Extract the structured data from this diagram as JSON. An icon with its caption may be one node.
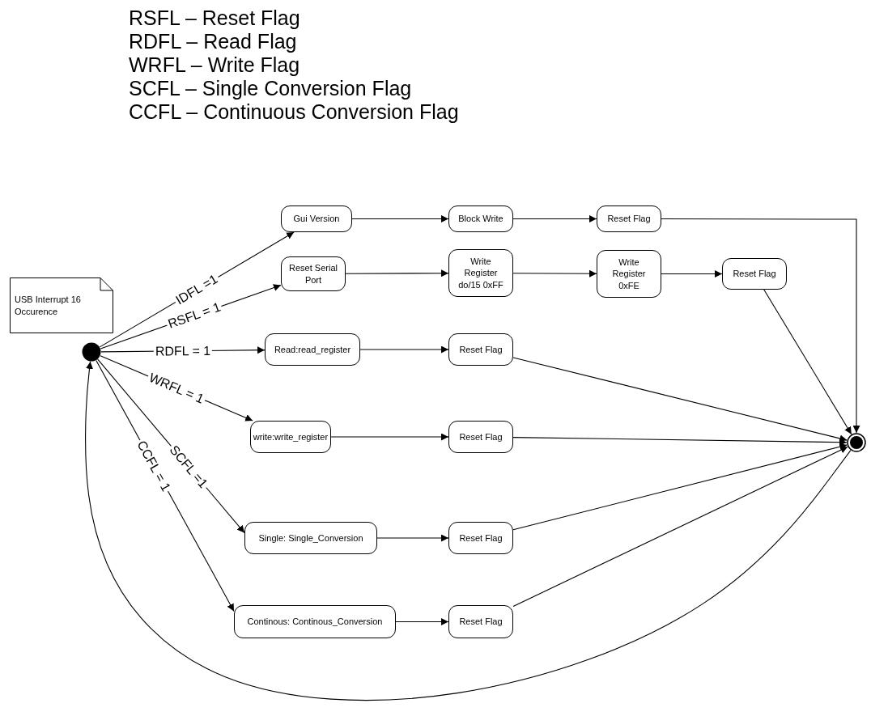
{
  "diagram": {
    "nodes": [
      {
        "text": [
          "USB Interrupt 16 Occurence"
        ]
      },
      {
        "text": [],
        "shape": "circle"
      },
      {
        "text": [
          "Gui Version"
        ]
      },
      {
        "text": [
          "Block Write"
        ]
      },
      {
        "text": [
          "Reset Flag"
        ]
      },
      {
        "text": [
          "Reset Serial Port"
        ]
      },
      {
        "text": [
          "Write Register do/15 0xFF"
        ]
      },
      {
        "text": [
          "Write Register 0xFE"
        ]
      },
      {
        "text": [
          "Reset Flag"
        ]
      },
      {
        "text": [
          "Read:read_register"
        ]
      },
      {
        "text": [
          "Reset Flag"
        ]
      },
      {
        "text": [
          "write:write_register"
        ]
      },
      {
        "text": [
          "Reset Flag"
        ]
      },
      {
        "text": [
          "Single: Single_Conversion"
        ]
      },
      {
        "text": [
          "Reset Flag"
        ]
      },
      {
        "text": [
          "Continous: Continous_Conversion"
        ]
      },
      {
        "text": [
          "Reset Flag"
        ]
      },
      {
        "text": [],
        "shape": "circle"
      }
    ],
    "edges": [
      {
        "from": 1,
        "to": 2,
        "arrow": "to",
        "label": "IDFL =1"
      },
      {
        "from": 1,
        "to": 5,
        "arrow": "to",
        "label": "RSFL = 1"
      },
      {
        "from": 1,
        "to": 9,
        "arrow": "to",
        "label": "RDFL = 1"
      },
      {
        "from": 1,
        "to": 11,
        "arrow": "to",
        "label": "WRFL = 1"
      },
      {
        "from": 1,
        "to": 13,
        "arrow": "to",
        "label": "SCFL =1"
      },
      {
        "from": 1,
        "to": 15,
        "arrow": "to",
        "label": "CCFL = 1"
      },
      {
        "from": 2,
        "to": 3,
        "arrow": "to"
      },
      {
        "from": 3,
        "to": 4,
        "arrow": "to"
      },
      {
        "from": 5,
        "to": 6,
        "arrow": "to"
      },
      {
        "from": 6,
        "to": 7,
        "arrow": "to"
      },
      {
        "from": 7,
        "to": 8,
        "arrow": "to"
      },
      {
        "from": 9,
        "to": 10,
        "arrow": "to"
      },
      {
        "from": 11,
        "to": 12,
        "arrow": "to"
      },
      {
        "from": 13,
        "to": 14,
        "arrow": "to"
      },
      {
        "from": 15,
        "to": 16,
        "arrow": "to"
      },
      {
        "from": 4,
        "to": 17,
        "arrow": "to"
      },
      {
        "from": 8,
        "to": 17,
        "arrow": "to"
      },
      {
        "from": 10,
        "to": 17,
        "arrow": "to"
      },
      {
        "from": 12,
        "to": 17,
        "arrow": "to"
      },
      {
        "from": 14,
        "to": 17,
        "arrow": "to"
      },
      {
        "from": 16,
        "to": 17,
        "arrow": "to"
      },
      {
        "from": 17,
        "to": 1,
        "arrow": "to"
      }
    ],
    "labels": [
      "RSFL – Reset Flag",
      "RDFL – Read Flag",
      "WRFL – Write Flag",
      "SCFL – Single Conversion Flag",
      "CCFL – Continuous Conversion Flag"
    ]
  }
}
